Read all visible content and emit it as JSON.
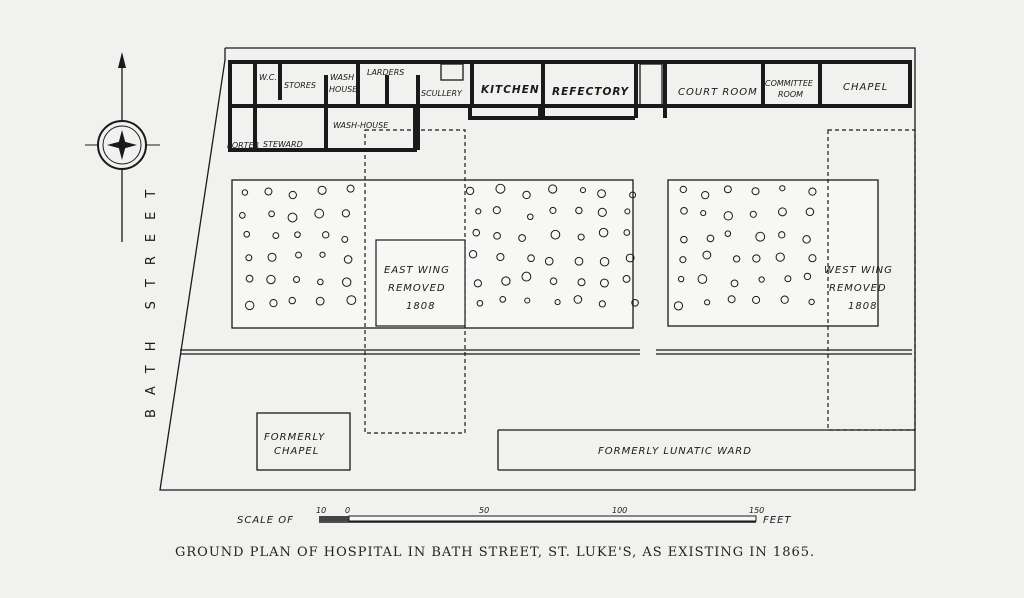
{
  "street_name": "BATH STREET",
  "rooms": {
    "wc": "W.C.",
    "stores": "STORES",
    "wash_house_1": "WASH",
    "wash_house_2": "HOUSE",
    "larders": "LARDERS",
    "scullery": "SCULLERY",
    "kitchen": "KITCHEN",
    "refectory": "REFECTORY",
    "court_room": "COURT ROOM",
    "committee_1": "COMMITTEE",
    "committee_2": "ROOM",
    "chapel": "CHAPEL",
    "porter": "PORTER",
    "steward": "STEWARD",
    "wash_house_lower": "WASH-HOUSE"
  },
  "east_wing": {
    "line1": "EAST WING",
    "line2": "REMOVED",
    "line3": "1808"
  },
  "west_wing": {
    "line1": "WEST WING",
    "line2": "REMOVED",
    "line3": "1808"
  },
  "formerly_chapel": {
    "line1": "FORMERLY",
    "line2": "CHAPEL"
  },
  "lunatic_ward": "FORMERLY LUNATIC WARD",
  "scale": {
    "prefix": "SCALE OF",
    "suffix": "FEET",
    "ticks": [
      "10",
      "0",
      "50",
      "100",
      "150"
    ]
  },
  "caption": "GROUND PLAN OF HOSPITAL IN BATH STREET, ST. LUKE'S, AS EXISTING IN 1865."
}
